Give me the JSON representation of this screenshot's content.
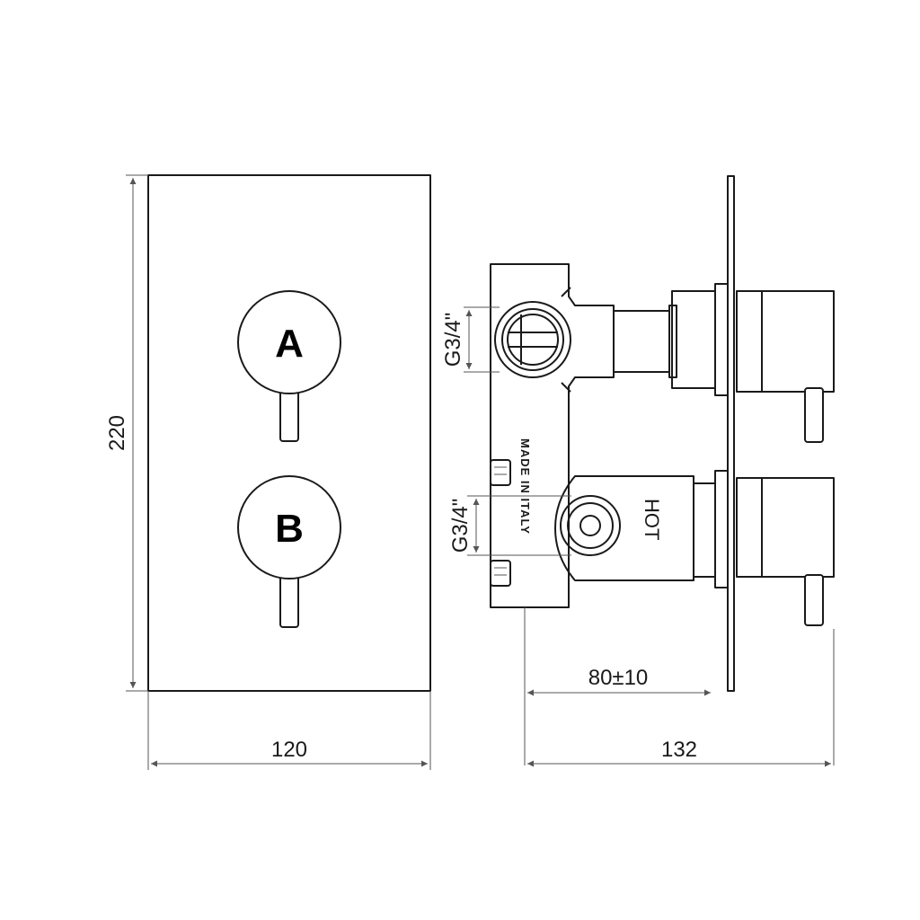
{
  "front_view": {
    "knob_a_label": "A",
    "knob_b_label": "B",
    "height_dim": "220",
    "width_dim": "120"
  },
  "side_view": {
    "connection_top": "G3/4\"",
    "connection_bottom": "G3/4\"",
    "engraving": "MADE IN ITALY",
    "hot_label": "HOT",
    "depth_dim": "80±10",
    "total_depth_dim": "132"
  },
  "colors": {
    "line": "#1a1a1a",
    "dimension_line": "#555555",
    "background": "#ffffff"
  }
}
